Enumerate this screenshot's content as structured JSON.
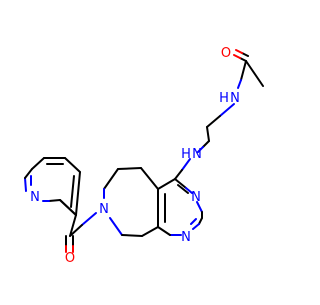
{
  "atoms": {
    "o_amide": "O",
    "nh_amide": "N",
    "nh_amide_h": "H",
    "nh_amine": "N",
    "nh_amine_h": "H",
    "n_pyrimidine_1": "N",
    "n_pyrimidine_2": "N",
    "n_ring": "N",
    "n_pyridine": "N",
    "o_carbonyl": "O"
  },
  "colors": {
    "bond": "#000000",
    "oxygen": "#ff0000",
    "nitrogen": "#0000ff",
    "background": "#ffffff"
  }
}
